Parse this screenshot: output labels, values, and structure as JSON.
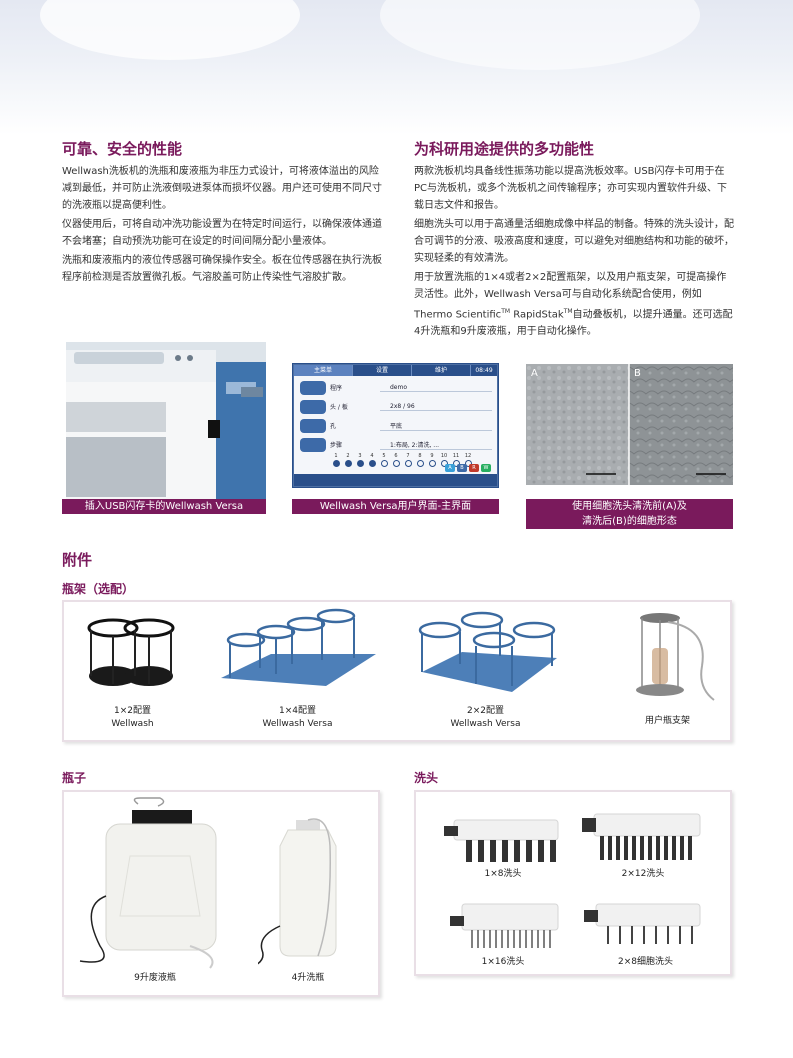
{
  "left_section": {
    "title": "可靠、安全的性能",
    "paragraphs": [
      "Wellwash洗板机的洗瓶和废液瓶为非压力式设计，可将液体溢出的风险减到最低，并可防止洗液倒吸进泵体而损坏仪器。用户还可使用不同尺寸的洗液瓶以提高便利性。",
      "仪器使用后，可将自动冲洗功能设置为在特定时间运行，以确保液体通道不会堵塞；自动预洗功能可在设定的时间间隔分配小量液体。",
      "洗瓶和废液瓶内的液位传感器可确保操作安全。板在位传感器在执行洗板程序前检测是否放置微孔板。气溶胶盖可防止传染性气溶胶扩散。"
    ]
  },
  "right_section": {
    "title": "为科研用途提供的多功能性",
    "paragraphs": [
      "两款洗板机均具备线性振荡功能以提高洗板效率。USB闪存卡可用于在PC与洗板机，或多个洗板机之间传输程序；亦可实现内置软件升级、下载日志文件和报告。",
      "细胞洗头可以用于高通量活细胞成像中样品的制备。特殊的洗头设计，配合可调节的分液、吸液高度和速度，可以避免对细胞结构和功能的破坏，实现轻柔的有效清洗。"
    ],
    "last_para_pre": "用于放置洗瓶的1×4或者2×2配置瓶架，以及用户瓶支架，可提高操作灵活性。此外，Wellwash Versa可与自动化系统配合使用，例如Thermo Scientific",
    "last_para_tm1": "TM",
    "last_para_mid": " RapidStak",
    "last_para_tm2": "TM",
    "last_para_post": "自动叠板机，以提升通量。还可选配4升洗瓶和9升废液瓶，用于自动化操作。"
  },
  "photos": {
    "usb_caption": "插入USB闪存卡的Wellwash Versa",
    "ui_caption": "Wellwash Versa用户界面-主界面",
    "cells_caption_line1": "使用细胞洗头清洗前(A)及",
    "cells_caption_line2": "清洗后(B)的细胞形态",
    "cells_label_a": "A",
    "cells_label_b": "B"
  },
  "ui_screen": {
    "tabs": [
      "主菜单",
      "设置",
      "维护"
    ],
    "time": "08:49",
    "rows": [
      {
        "label": "程序",
        "value": "demo"
      },
      {
        "label": "头 / 板",
        "value": "2x8 / 96"
      },
      {
        "label": "孔",
        "value": "平底"
      },
      {
        "label": "步骤",
        "value": "1:布局, 2:清洗, ..."
      }
    ],
    "columns": [
      "1",
      "2",
      "3",
      "4",
      "5",
      "6",
      "7",
      "8",
      "9",
      "10",
      "11",
      "12"
    ],
    "filled_columns": 4,
    "buttons": [
      "A",
      "B",
      "R",
      "W"
    ],
    "button_colors": [
      "#3aa0d8",
      "#3d6aa8",
      "#c0392b",
      "#27ae60"
    ]
  },
  "accessories": {
    "title": "附件",
    "racks": {
      "title": "瓶架（选配）",
      "items": [
        {
          "line1": "1×2配置",
          "line2": "Wellwash"
        },
        {
          "line1": "1×4配置",
          "line2": "Wellwash Versa"
        },
        {
          "line1": "2×2配置",
          "line2": "Wellwash Versa"
        },
        {
          "line1": "用户瓶支架",
          "line2": ""
        }
      ]
    },
    "bottles": {
      "title": "瓶子",
      "items": [
        "9升废液瓶",
        "4升洗瓶"
      ]
    },
    "heads": {
      "title": "洗头",
      "items": [
        "1×8洗头",
        "2×12洗头",
        "1×16洗头",
        "2×8细胞洗头"
      ]
    }
  },
  "colors": {
    "brand": "#7a1a5c",
    "rack_blue": "#4d7fb8",
    "ui_blue": "#2a4f8a"
  }
}
